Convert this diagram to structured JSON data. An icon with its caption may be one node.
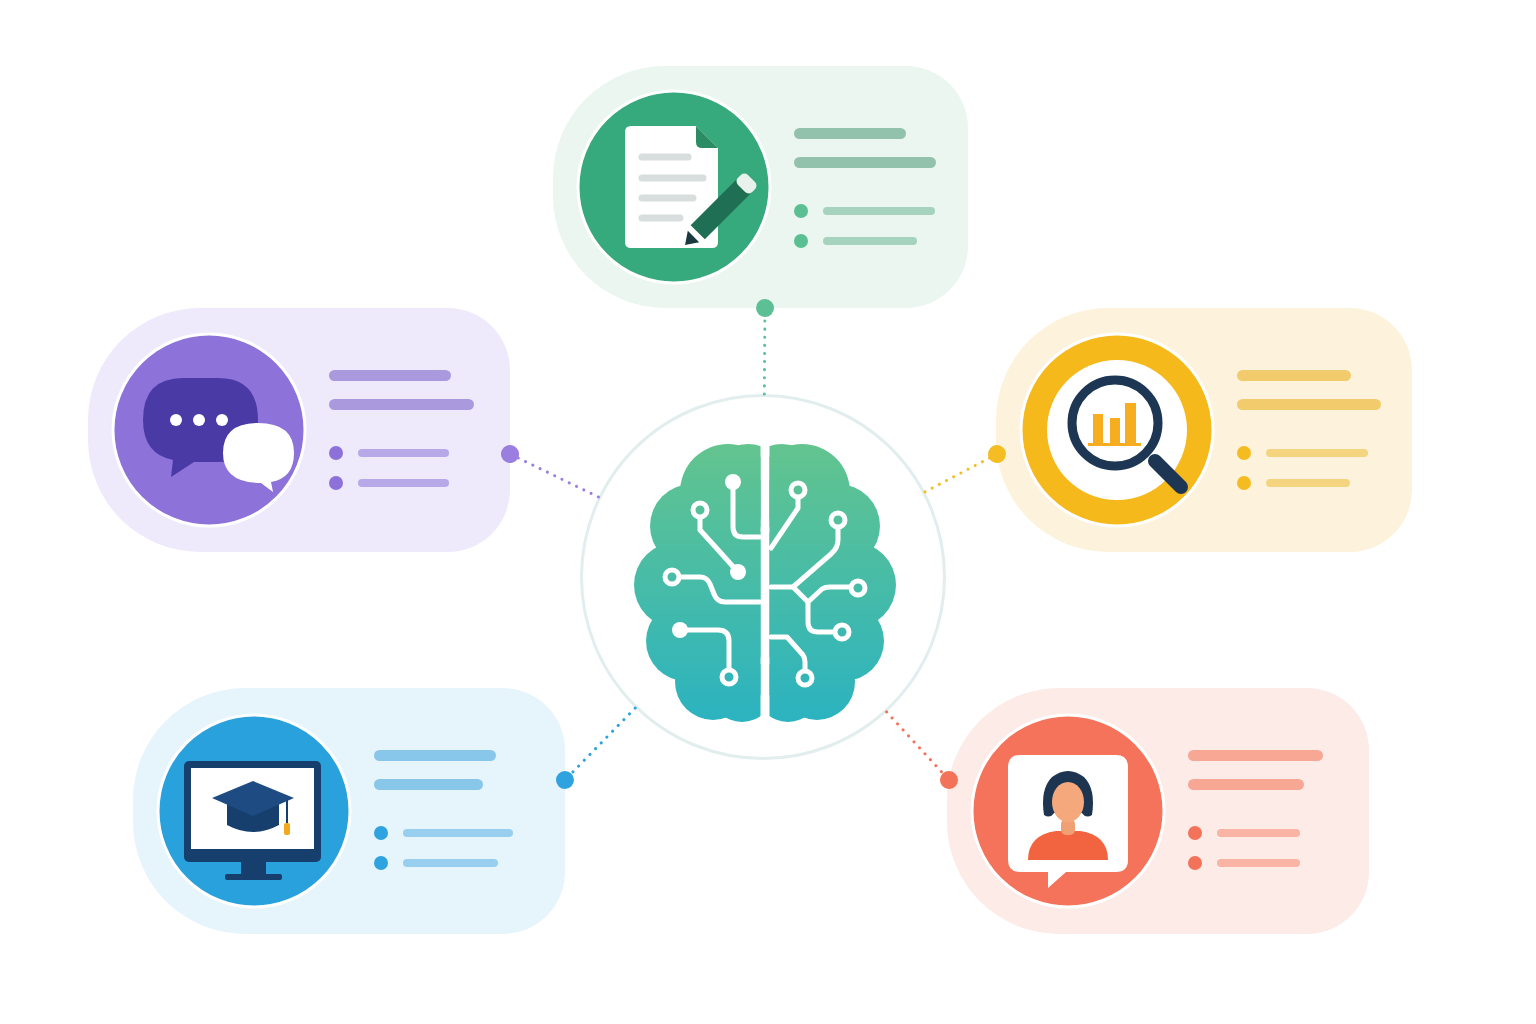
{
  "diagram": {
    "nodes": [
      {
        "text": [],
        "shape": "box"
      },
      {
        "text": [],
        "shape": "box"
      },
      {
        "text": [],
        "shape": "box"
      },
      {
        "text": [],
        "shape": "circle"
      },
      {
        "text": [],
        "shape": "box"
      },
      {
        "text": [],
        "shape": "box"
      }
    ],
    "edges": [
      {
        "from": 3,
        "to": 0,
        "arrow": "other",
        "style": "dashed",
        "color": "#5cbf95"
      },
      {
        "from": 3,
        "to": 1,
        "arrow": "other",
        "style": "dashed",
        "color": "#9b7fe0"
      },
      {
        "from": 3,
        "to": 2,
        "arrow": "other",
        "style": "dashed",
        "color": "#f5bd24"
      },
      {
        "from": 3,
        "to": 4,
        "arrow": "other",
        "style": "dashed",
        "color": "#2ea3e0"
      },
      {
        "from": 3,
        "to": 5,
        "arrow": "other",
        "style": "dashed",
        "color": "#f2735a"
      }
    ]
  }
}
